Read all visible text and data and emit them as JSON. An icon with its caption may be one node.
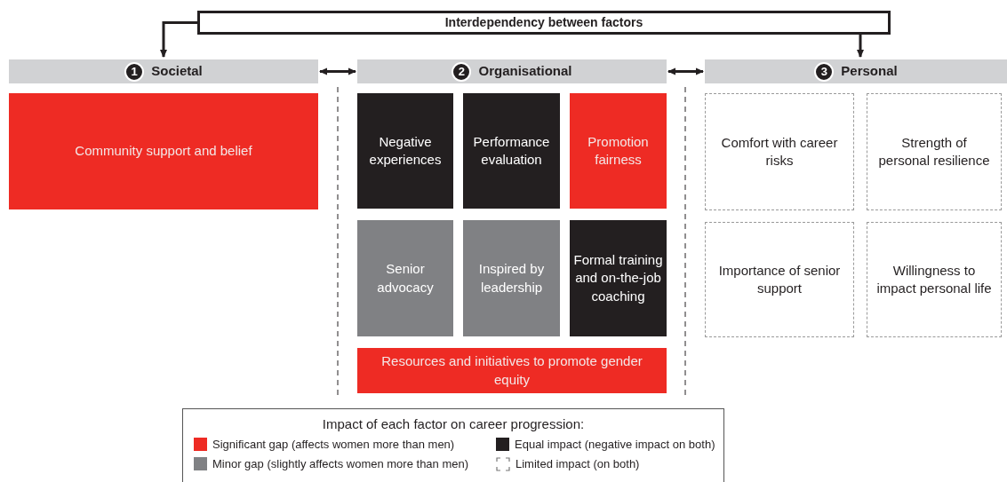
{
  "diagram": {
    "nodes": [
      {
        "text": [
          "Interdependency between factors"
        ]
      },
      {
        "text": [
          "1",
          "Societal"
        ]
      },
      {
        "text": [
          "2",
          "Organisational"
        ]
      },
      {
        "text": [
          "3",
          "Personal"
        ]
      },
      {
        "text": [
          "Community support and belief"
        ]
      },
      {
        "text": [
          "Negative experiences"
        ]
      },
      {
        "text": [
          "Performance evaluation"
        ]
      },
      {
        "text": [
          "Promotion fairness"
        ]
      },
      {
        "text": [
          "Senior advocacy"
        ]
      },
      {
        "text": [
          "Inspired by leadership"
        ]
      },
      {
        "text": [
          "Formal training and on-the-job coaching"
        ]
      },
      {
        "text": [
          "Resources and initiatives to promote gender equity"
        ]
      },
      {
        "text": [
          "Comfort with career risks"
        ]
      },
      {
        "text": [
          "Strength of personal resilience"
        ]
      },
      {
        "text": [
          "Importance of senior support"
        ]
      },
      {
        "text": [
          "Willingness to impact personal life"
        ]
      }
    ],
    "edges": [
      {
        "from": 0,
        "to": 1,
        "arrow": "to"
      },
      {
        "from": 0,
        "to": 3,
        "arrow": "to"
      },
      {
        "from": 1,
        "to": 2,
        "arrow": "both"
      },
      {
        "from": 2,
        "to": 3,
        "arrow": "both"
      }
    ],
    "labels": [
      "Impact of each factor on career progression:"
    ],
    "legend": [
      {
        "text": "Significant gap (affects women more than men)",
        "color": "#ee2b24"
      },
      {
        "text": "Equal impact (negative impact on both)",
        "color": "#231f20"
      },
      {
        "text": "Minor gap (slightly affects women more than men)",
        "color": "#808184"
      },
      {
        "text": "Limited impact (on both)"
      }
    ]
  }
}
